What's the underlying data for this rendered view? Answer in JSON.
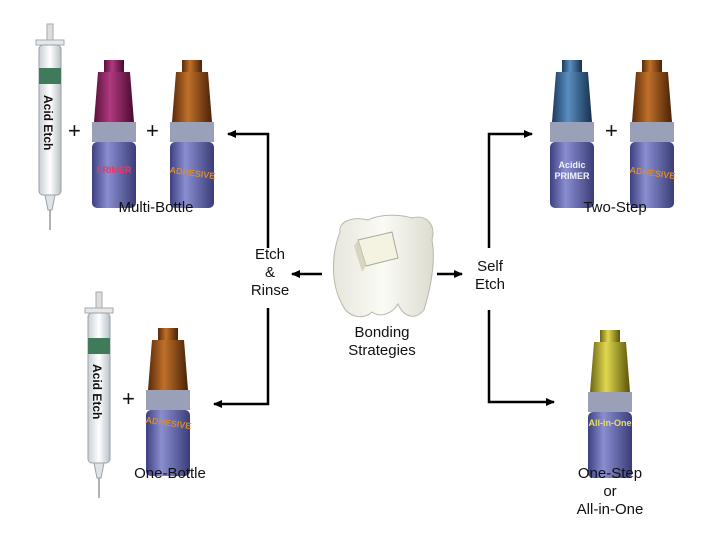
{
  "center": {
    "caption_line1": "Bonding",
    "caption_line2": "Strategies"
  },
  "branches": {
    "etch_rinse": {
      "line1": "Etch",
      "line2": "&",
      "line3": "Rinse"
    },
    "self_etch": {
      "line1": "Self",
      "line2": "Etch"
    }
  },
  "groups": {
    "multi_bottle": {
      "caption": "Multi-Bottle",
      "syringe_label": "Acid Etch",
      "bottle1": "PRIMER",
      "bottle2": "ADHESIVE"
    },
    "one_bottle": {
      "caption": "One-Bottle",
      "syringe_label": "Acid Etch",
      "bottle1": "ADHESIVE"
    },
    "two_step": {
      "caption": "Two-Step",
      "bottle1_line1": "Acidic",
      "bottle1_line2": "PRIMER",
      "bottle2": "ADHESIVE"
    },
    "one_step": {
      "caption_line1": "One-Step",
      "caption_line2": "or",
      "caption_line3": "All-in-One",
      "bottle1": "All-in-One"
    }
  },
  "plus_sign": "+",
  "colors": {
    "primer_cap": "#8a1a5a",
    "adhesive_cap": "#8a4a1a",
    "acidic_primer_cap": "#2f5f8f",
    "all_in_one_cap": "#a8a020",
    "bottle_body": "#5a5ea0",
    "syringe_band": "#3f7a5a",
    "arrow": "#000000"
  }
}
